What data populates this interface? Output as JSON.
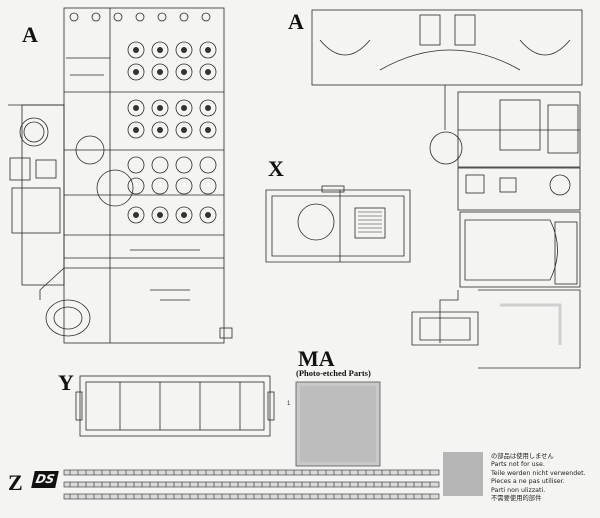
{
  "sprue_labels": {
    "a_left": "A",
    "a_right": "A",
    "x": "X",
    "y": "Y",
    "ma": "MA",
    "ma_sub": "(Photo-etched Parts)",
    "z": "Z",
    "ds": "DS"
  },
  "part_numbers": {
    "ma_part": "1"
  },
  "notes": {
    "ja1": "の部品は使用しません",
    "en": "Parts not for use.",
    "de": "Teile werden nicht verwendet.",
    "fr": "Pieces a ne pas utiliser.",
    "it": "Parti non ulizzati.",
    "zh": "不需要使用的部件"
  },
  "colors": {
    "line": "#2a2a2a",
    "unused_swatch": "#b6b6b6",
    "background": "#f4f4f2"
  }
}
